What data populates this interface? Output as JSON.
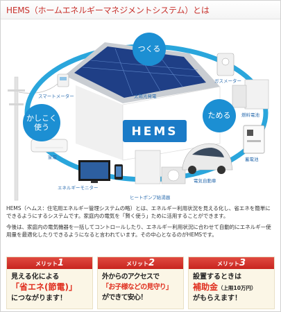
{
  "header": {
    "title": "HEMS（ホームエネルギーマネジメントシステム）とは"
  },
  "diagram": {
    "center_label": "HEMS",
    "bubbles": {
      "create": "つくる",
      "smart_use": "かしこく\n使う",
      "store": "ためる"
    },
    "labels": {
      "solar": "太陽光発電",
      "smart_meter": "スマートメーター",
      "gas_meter": "ガスメーター",
      "fuel_cell": "燃料電池",
      "storage_battery": "蓄電池",
      "appliances": "家電",
      "energy_monitor": "エネルギーモニター",
      "heat_pump": "ヒートポンプ給湯器",
      "ev": "電気自動車"
    }
  },
  "description": {
    "p1": "HEMS（ヘムス：住宅用エネルギー管理システムの略）とは、エネルギー利用状況を見える化し、省エネを簡単にできるようにするシステムです。家庭内の電気を「賢く使う」ために活用することができます。",
    "p2": "今後は、家庭内の電気機器を一括してコントロールしたり、エネルギー利用状況に合わせて自動的にエネルギー使用量を最適化したりできるようになると言われています。その中心となるのがHEMSです。"
  },
  "merits": [
    {
      "tab": "メリット",
      "num": "1",
      "l1": "見える化による",
      "hl": "「省エネ(節電)」",
      "rest": "",
      "l3": "につながります！"
    },
    {
      "tab": "メリット",
      "num": "2",
      "l1": "外からのアクセスで",
      "hl": "「お子様などの見守り」",
      "rest": "",
      "l3": "ができて安心！"
    },
    {
      "tab": "メリット",
      "num": "3",
      "l1": "設置するときは",
      "hl": "補助金",
      "rest": "（上限10万円）",
      "l3": "がもらえます！"
    }
  ],
  "colors": {
    "accent_red": "#c8322d",
    "ring_blue": "#2aa6dc",
    "merit_bg": "#fbf6e6"
  }
}
